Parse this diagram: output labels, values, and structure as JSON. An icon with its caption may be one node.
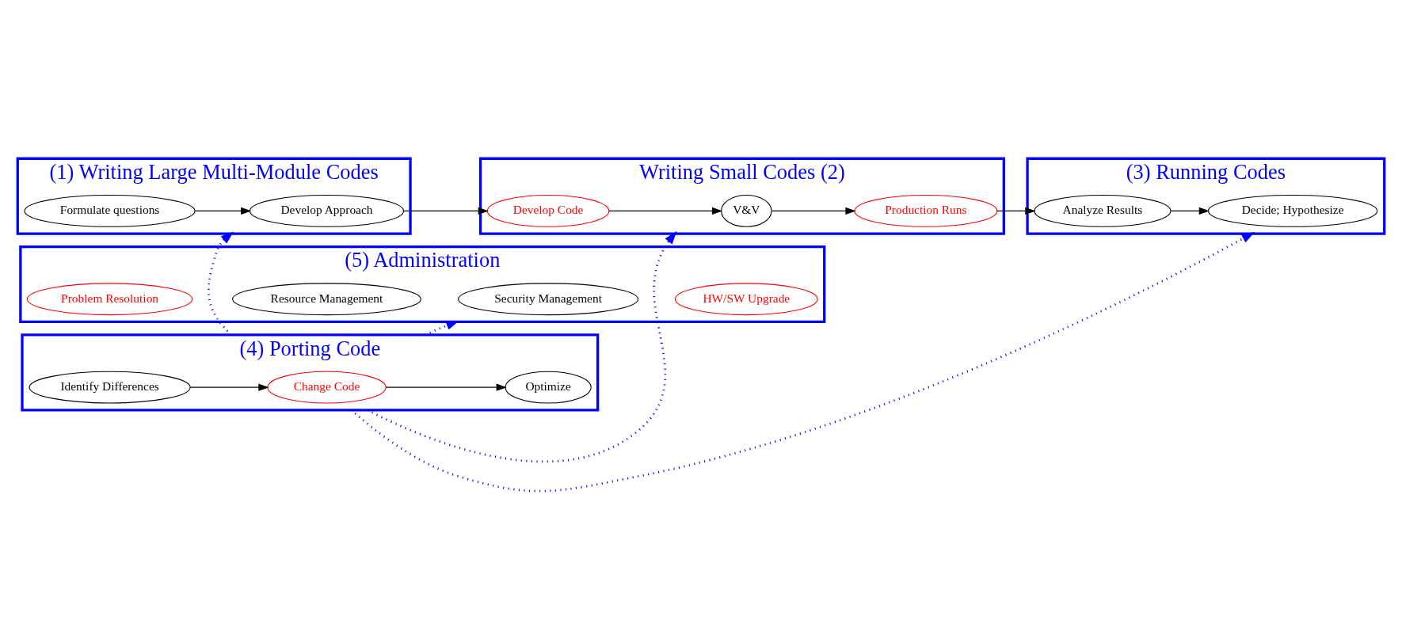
{
  "diagram": {
    "nodes": [
      {
        "text": [
          "(1) Writing Large Multi-Module Codes"
        ]
      },
      {
        "text": [
          "Formulate questions"
        ],
        "in": 0
      },
      {
        "text": [
          "Develop Approach"
        ],
        "in": 0
      },
      {
        "text": [
          "Writing Small Codes (2)"
        ]
      },
      {
        "text": [
          "Develop Code"
        ],
        "in": 3
      },
      {
        "text": [
          "V&V"
        ],
        "in": 3
      },
      {
        "text": [
          "Production Runs"
        ],
        "in": 3
      },
      {
        "text": [
          "(3) Running Codes"
        ]
      },
      {
        "text": [
          "Analyze Results"
        ],
        "in": 7
      },
      {
        "text": [
          "Decide; Hypothesize"
        ],
        "in": 7
      },
      {
        "text": [
          "(4) Porting Code"
        ]
      },
      {
        "text": [
          "Identify Differences"
        ],
        "in": 10
      },
      {
        "text": [
          "Change Code"
        ],
        "in": 10
      },
      {
        "text": [
          "Optimize"
        ],
        "in": 10
      },
      {
        "text": [
          "(5) Administration"
        ]
      },
      {
        "text": [
          "Problem Resolution"
        ],
        "in": 14
      },
      {
        "text": [
          "Resource Management"
        ],
        "in": 14
      },
      {
        "text": [
          "Security Management"
        ],
        "in": 14
      },
      {
        "text": [
          "HW/SW Upgrade"
        ],
        "in": 14
      }
    ],
    "edges": [
      {
        "from": 1,
        "to": 2,
        "arrow": "to"
      },
      {
        "from": 2,
        "to": 4,
        "arrow": "to"
      },
      {
        "from": 4,
        "to": 5,
        "arrow": "to"
      },
      {
        "from": 5,
        "to": 6,
        "arrow": "to"
      },
      {
        "from": 6,
        "to": 8,
        "arrow": "to"
      },
      {
        "from": 8,
        "to": 9,
        "arrow": "to"
      },
      {
        "from": 11,
        "to": 12,
        "arrow": "to"
      },
      {
        "from": 12,
        "to": 13,
        "arrow": "to"
      },
      {
        "from": 10,
        "to": 0,
        "arrow": "to",
        "style": "dashed",
        "color": "#0000ff"
      },
      {
        "from": 10,
        "to": 3,
        "arrow": "to",
        "style": "dashed",
        "color": "#0000ff"
      },
      {
        "from": 10,
        "to": 7,
        "arrow": "to",
        "style": "dashed",
        "color": "#0000ff"
      },
      {
        "from": 10,
        "to": 14,
        "arrow": "to",
        "style": "dashed",
        "color": "#0000ff"
      }
    ]
  }
}
